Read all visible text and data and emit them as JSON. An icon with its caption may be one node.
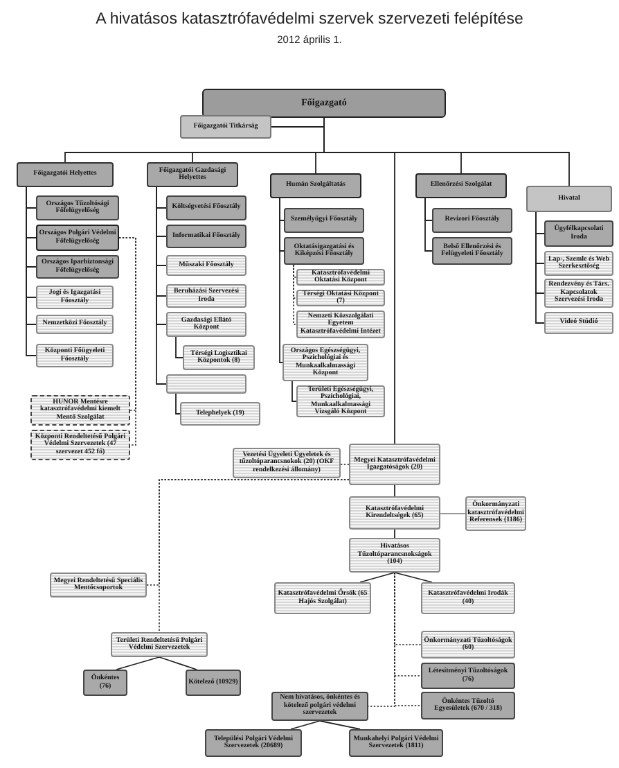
{
  "diagram": {
    "title": "A hivatásos katasztrófavédelmi szervek szervezeti felépítése",
    "caption": "2012 április 1.",
    "nodes": [
      {
        "text": [
          "Főigazgató"
        ]
      },
      {
        "text": [
          "Főigazgatói Titkárság"
        ]
      },
      {
        "text": [
          "Főigazgatói Helyettes"
        ]
      },
      {
        "text": [
          "Országos Tűzoltósági Főfelügyelőség"
        ]
      },
      {
        "text": [
          "Országos Polgári Védelmi Főfelügyelőség"
        ]
      },
      {
        "text": [
          "Országos Iparbiztonsági Főfelügyelőség"
        ]
      },
      {
        "text": [
          "Jogi és Igazgatási Főosztály"
        ]
      },
      {
        "text": [
          "Nemzetközi Főosztály"
        ]
      },
      {
        "text": [
          "Központi Főügyeleti Főosztály"
        ]
      },
      {
        "text": [
          "HUNOR Mentésre katasztrófavédelmi kiemelt Mentő Szolgálat"
        ]
      },
      {
        "text": [
          "Központi Rendeltetésű Polgári Védelmi Szervezetek (47 szervezet 452 fő)"
        ]
      },
      {
        "text": [
          "Főigazgatói Gazdasági Helyettes"
        ]
      },
      {
        "text": [
          "Költségvetési Főosztály"
        ]
      },
      {
        "text": [
          "Informatikai Főosztály"
        ]
      },
      {
        "text": [
          "Műszaki Főosztály"
        ]
      },
      {
        "text": [
          "Beruházási Szervezési Iroda"
        ]
      },
      {
        "text": [
          "Gazdasági Ellátó Központ"
        ]
      },
      {
        "text": [
          "Térségi Logisztikai Központok (8)"
        ]
      },
      {
        "text": [],
        "shape": "box"
      },
      {
        "text": [
          "Telephelyek (19)"
        ]
      },
      {
        "text": [
          "Humán Szolgáltatás"
        ]
      },
      {
        "text": [
          "Személyügyi Főosztály"
        ]
      },
      {
        "text": [
          "Oktatásigazgatási és Kiképzési Főosztály"
        ]
      },
      {
        "text": [
          "Katasztrófavédelmi Oktatási Központ"
        ]
      },
      {
        "text": [
          "Térségi Oktatási Központ (7)"
        ]
      },
      {
        "text": [
          "Nemzeti Közszolgálati Egyetem Katasztrófavédelmi Intézet"
        ]
      },
      {
        "text": [
          "Országos Egészségügyi, Pszichológiai és Munkaalkalmassági Központ"
        ]
      },
      {
        "text": [
          "Területi Egészségügyi, Pszichológiai, Munkaalkalmassági Vizsgáló Központ"
        ]
      },
      {
        "text": [
          "Ellenőrzési Szolgálat"
        ]
      },
      {
        "text": [
          "Revizori Főosztály"
        ]
      },
      {
        "text": [
          "Belső Ellenőrzési és Felügyeleti Főosztály"
        ]
      },
      {
        "text": [
          "Hivatal"
        ]
      },
      {
        "text": [
          "Ügyfélkapcsolati Iroda"
        ]
      },
      {
        "text": [
          "Lap-, Szemle és Web Szerkesztőség"
        ]
      },
      {
        "text": [
          "Rendezvény és Társ. Kapcsolatok Szervezési Iroda"
        ]
      },
      {
        "text": [
          "Videó Stúdió"
        ]
      },
      {
        "text": [
          "Vezetési Ügyeleti Ügyeletek és tűzoltóparancsnokok (20) (OKF rendelkezési állomány)"
        ]
      },
      {
        "text": [
          "Megyei Katasztrófavédelmi Igazgatóságok (20)"
        ]
      },
      {
        "text": [
          "Katasztrófavédelmi Kirendeltségek (65)"
        ]
      },
      {
        "text": [
          "Önkormányzati katasztrófavédelmi Referensek (1186)"
        ]
      },
      {
        "text": [
          "Hivatásos Tűzoltóparancsnokságok (104)"
        ]
      },
      {
        "text": [
          "Katasztrófavédelmi Őrsök (65 Hajós Szolgálat)"
        ]
      },
      {
        "text": [
          "Katasztrófavédelmi Irodák (40)"
        ]
      },
      {
        "text": [
          "Önkormányzati Tűzoltóságok (60)"
        ]
      },
      {
        "text": [
          "Létesítményi Tűzoltóságok (76)"
        ]
      },
      {
        "text": [
          "Önkéntes Tűzoltó Egyesületek (670 / 318)"
        ]
      },
      {
        "text": [
          "Nem hivatásos, önkéntes és kötelező polgári védelmi szervezetek"
        ]
      },
      {
        "text": [
          "Települési Polgári Védelmi Szervezetek (20689)"
        ]
      },
      {
        "text": [
          "Munkahelyi Polgári Védelmi Szervezetek (1811)"
        ]
      },
      {
        "text": [
          "Megyei Rendeltetésű Speciális Mentőcsoportok"
        ]
      },
      {
        "text": [
          "Területi Rendeltetésű Polgári Védelmi Szervezetek"
        ]
      },
      {
        "text": [
          "Önkéntes (76)"
        ]
      },
      {
        "text": [
          "Kötelező (10929)"
        ]
      }
    ],
    "edges": [
      {
        "from": 0,
        "to": 1,
        "arrow": "none"
      },
      {
        "from": 0,
        "to": 2,
        "arrow": "none"
      },
      {
        "from": 0,
        "to": 11,
        "arrow": "none"
      },
      {
        "from": 0,
        "to": 20,
        "arrow": "none"
      },
      {
        "from": 0,
        "to": 37,
        "arrow": "none"
      },
      {
        "from": 0,
        "to": 28,
        "arrow": "none"
      },
      {
        "from": 0,
        "to": 31,
        "arrow": "none"
      },
      {
        "from": 2,
        "to": 3,
        "arrow": "none"
      },
      {
        "from": 2,
        "to": 4,
        "arrow": "none"
      },
      {
        "from": 2,
        "to": 5,
        "arrow": "none"
      },
      {
        "from": 2,
        "to": 6,
        "arrow": "none"
      },
      {
        "from": 2,
        "to": 7,
        "arrow": "none"
      },
      {
        "from": 2,
        "to": 8,
        "arrow": "none"
      },
      {
        "from": 11,
        "to": 12,
        "arrow": "none"
      },
      {
        "from": 11,
        "to": 13,
        "arrow": "none"
      },
      {
        "from": 11,
        "to": 14,
        "arrow": "none"
      },
      {
        "from": 11,
        "to": 15,
        "arrow": "none"
      },
      {
        "from": 11,
        "to": 16,
        "arrow": "none"
      },
      {
        "from": 16,
        "to": 17,
        "arrow": "none"
      },
      {
        "from": 11,
        "to": 18,
        "arrow": "none"
      },
      {
        "from": 18,
        "to": 19,
        "arrow": "none"
      },
      {
        "from": 20,
        "to": 21,
        "arrow": "none"
      },
      {
        "from": 20,
        "to": 22,
        "arrow": "none"
      },
      {
        "from": 20,
        "to": 26,
        "arrow": "none"
      },
      {
        "from": 22,
        "to": 23,
        "arrow": "none",
        "style": "dashed"
      },
      {
        "from": 22,
        "to": 24,
        "arrow": "none",
        "style": "dashed"
      },
      {
        "from": 22,
        "to": 25,
        "arrow": "none",
        "style": "dashed"
      },
      {
        "from": 26,
        "to": 27,
        "arrow": "none"
      },
      {
        "from": 28,
        "to": 29,
        "arrow": "none"
      },
      {
        "from": 28,
        "to": 30,
        "arrow": "none"
      },
      {
        "from": 31,
        "to": 32,
        "arrow": "none"
      },
      {
        "from": 31,
        "to": 33,
        "arrow": "none"
      },
      {
        "from": 31,
        "to": 34,
        "arrow": "none"
      },
      {
        "from": 31,
        "to": 35,
        "arrow": "none"
      },
      {
        "from": 4,
        "to": 9,
        "arrow": "none",
        "style": "dashed"
      },
      {
        "from": 4,
        "to": 10,
        "arrow": "none",
        "style": "dashed"
      },
      {
        "from": 36,
        "to": 37,
        "arrow": "none",
        "style": "dashed"
      },
      {
        "from": 37,
        "to": 38,
        "arrow": "none"
      },
      {
        "from": 38,
        "to": 39,
        "arrow": "none",
        "color": "#999999"
      },
      {
        "from": 38,
        "to": 40,
        "arrow": "none"
      },
      {
        "from": 40,
        "to": 41,
        "arrow": "none"
      },
      {
        "from": 40,
        "to": 42,
        "arrow": "none"
      },
      {
        "from": 40,
        "to": 43,
        "arrow": "none",
        "style": "dashed"
      },
      {
        "from": 40,
        "to": 44,
        "arrow": "none",
        "style": "dashed"
      },
      {
        "from": 40,
        "to": 45,
        "arrow": "none",
        "style": "dashed"
      },
      {
        "from": 40,
        "to": 46,
        "arrow": "none",
        "style": "dashed"
      },
      {
        "from": 46,
        "to": 47,
        "arrow": "none"
      },
      {
        "from": 46,
        "to": 48,
        "arrow": "none"
      },
      {
        "from": 37,
        "to": 49,
        "arrow": "none",
        "style": "dashed"
      },
      {
        "from": 37,
        "to": 50,
        "arrow": "none",
        "style": "dashed"
      },
      {
        "from": 50,
        "to": 51,
        "arrow": "none"
      },
      {
        "from": 50,
        "to": 52,
        "arrow": "none"
      }
    ]
  }
}
